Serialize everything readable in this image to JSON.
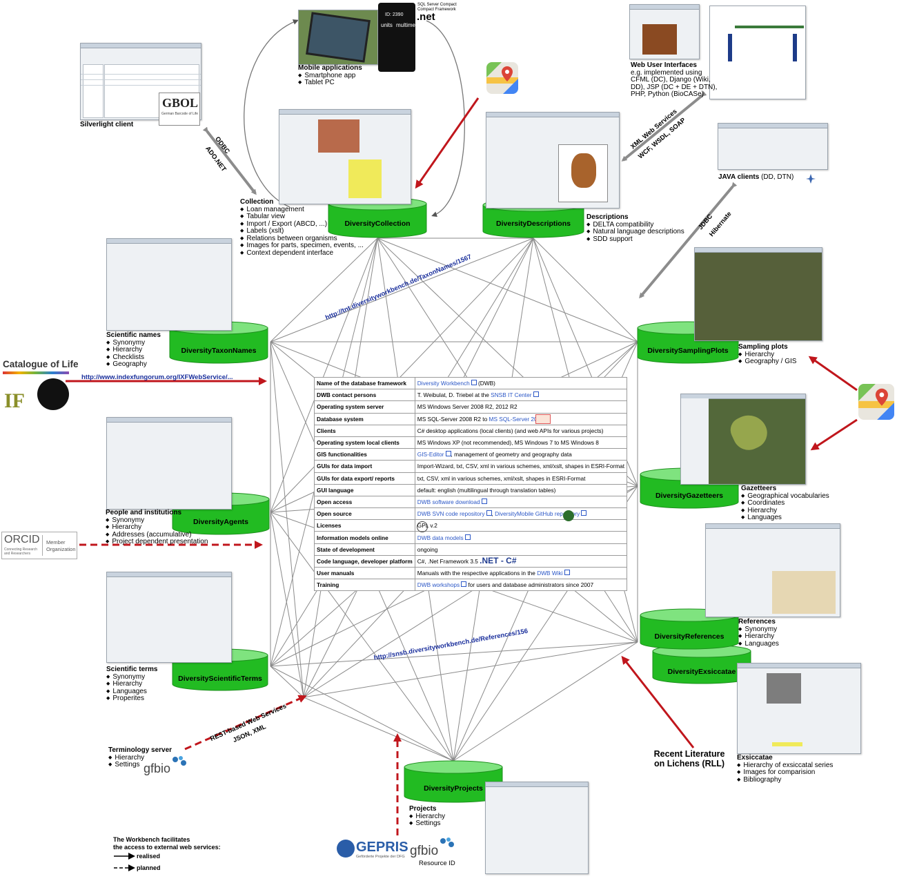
{
  "databases": {
    "collection": "DiversityCollection",
    "descriptions": "DiversityDescriptions",
    "taxon_names": "DiversityTaxonNames",
    "sampling_plots": "DiversitySamplingPlots",
    "agents": "DiversityAgents",
    "gazetteers": "DiversityGazetteers",
    "references": "DiversityReferences",
    "exsiccatae": "DiversityExsiccatae",
    "scientific_terms": "DiversityScientificTerms",
    "projects": "DiversityProjects"
  },
  "blocks": {
    "mobile": {
      "title": "Mobile applications",
      "items": [
        "Smartphone app",
        "Tablet PC"
      ]
    },
    "web_ui": {
      "title": "Web User Interfaces",
      "lines": [
        "e.g. implemented using",
        "CFML (DC), Django (Wiki,",
        "DD), JSP (DC + DE + DTN),",
        "PHP, Python (BioCASe)"
      ]
    },
    "silverlight": {
      "title": "Silverlight client"
    },
    "java": {
      "title": "JAVA clients",
      "suffix": "(DD, DTN)"
    },
    "collection": {
      "title": "Collection",
      "items": [
        "Loan management",
        "Tabular view",
        "Import / Export (ABCD, ...)",
        "Labels (xslt)",
        "Relations between organisms",
        "Images for parts, specimen, events, ...",
        "Context dependent interface"
      ]
    },
    "descriptions": {
      "title": "Descriptions",
      "items": [
        "DELTA compatibility",
        "Natural language descriptions",
        "SDD support"
      ]
    },
    "sci_names": {
      "title": "Scientific names",
      "items": [
        "Synonymy",
        "Hierarchy",
        "Checklists",
        "Geography"
      ]
    },
    "sampling": {
      "title": "Sampling plots",
      "items": [
        "Hierarchy",
        "Geography / GIS"
      ]
    },
    "people": {
      "title": "People and institutions",
      "items": [
        "Synonymy",
        "Hierarchy",
        "Addresses (accumulative)",
        "Project dependent presentation"
      ]
    },
    "gazetteers": {
      "title": "Gazetteers",
      "items": [
        "Geographical vocabularies",
        "Coordinates",
        "Hierarchy",
        "Languages"
      ]
    },
    "references": {
      "title": "References",
      "items": [
        "Synonymy",
        "Hierarchy",
        "Languages"
      ]
    },
    "sci_terms": {
      "title": "Scientific terms",
      "items": [
        "Synonymy",
        "Hierarchy",
        "Languages",
        "Properites"
      ]
    },
    "terminology": {
      "title": "Terminology server",
      "items": [
        "Hierarchy",
        "Settings"
      ]
    },
    "exsiccatae": {
      "title": "Exsiccatae",
      "items": [
        "Hierarchy of exsiccatal series",
        "Images for comparision",
        "Bibliography"
      ]
    },
    "projects": {
      "title": "Projects",
      "items": [
        "Hierarchy",
        "Settings"
      ]
    },
    "rll": {
      "line1": "Recent Literature",
      "line2": "on Lichens (RLL)"
    }
  },
  "connections": {
    "odbc": "ODBC",
    "adonet": "ADO.NET",
    "xml_ws": "XML Web Services",
    "wcf": "WCF, WSDL, SOAP",
    "jdbc": "JDBC",
    "hibernate": "Hibernate",
    "rest": "REST-based Web Services",
    "json": "JSON, XML"
  },
  "urls": {
    "taxon": "http://tnt.diversityworkbench.de/TaxonNames/1567",
    "indexfungorum": "http://www.indexfungorum.org/IXFWebService/...",
    "references": "http://snsb.diversityworkbench.de/References/156"
  },
  "logos": {
    "col": "Catalogue of Life",
    "gbol_big": "GBOL",
    "gbol_small": "German Barcode of Life",
    "net_text": ".net",
    "sql_compact_1": "SQL Server Compact",
    "sql_compact_2": "Compact Framework",
    "orcid": "ORCID",
    "orcid_sub1": "Connecting Research",
    "orcid_sub2": "and Researchers",
    "orcid_member1": "Member",
    "orcid_member2": "Organization",
    "gfbio": "gfbio",
    "gepris": "GEPRIS",
    "gepris_sub": "Geförderte Projekte der DFG",
    "resource_id": "Resource ID",
    "phone_id": "ID: 2390",
    "phone_units": "units",
    "phone_multi": "multimer"
  },
  "legend": {
    "line1": "The Workbench facilitates",
    "line2": "the access to external web services:",
    "realised": "realised",
    "planned": "planned"
  },
  "info_table": [
    {
      "k": "Name of the database framework",
      "v": [
        {
          "t": "Diversity Workbench",
          "link": true
        },
        {
          "t": " (DWB)"
        }
      ]
    },
    {
      "k": "DWB contact persons",
      "v": [
        {
          "t": "T. Weibulat, D. Triebel at the "
        },
        {
          "t": "SNSB IT Center",
          "link": true
        }
      ]
    },
    {
      "k": "Operating system server",
      "v": [
        {
          "t": "MS Windows Server 2008 R2, 2012 R2"
        }
      ]
    },
    {
      "k": "Database system",
      "v": [
        {
          "t": "MS SQL-Server 2008 R2 to "
        },
        {
          "t": "MS SQL-Server 2014",
          "link": true
        }
      ]
    },
    {
      "k": "Clients",
      "v": [
        {
          "t": "C# desktop applications (local clients) (and web APIs for various projects)"
        }
      ]
    },
    {
      "k": "Operating system local clients",
      "v": [
        {
          "t": "MS Windows XP (not recommended), MS Windows 7 to MS Windows 8"
        }
      ]
    },
    {
      "k": "GIS functionalities",
      "v": [
        {
          "t": "GIS-Editor",
          "link": true
        },
        {
          "t": ", management of geometry and geography data"
        }
      ]
    },
    {
      "k": "GUIs for data import",
      "v": [
        {
          "t": "Import-Wizard, txt, CSV, xml in various schemes, xml/xslt, shapes in ESRI-Format"
        }
      ]
    },
    {
      "k": "GUIs for data export/ reports",
      "v": [
        {
          "t": "txt, CSV, xml in various schemes, xml/xslt, shapes in ESRI-Format"
        }
      ]
    },
    {
      "k": "GUI language",
      "v": [
        {
          "t": "default: english (multilingual through translation tables)"
        }
      ]
    },
    {
      "k": "Open access",
      "v": [
        {
          "t": "DWB software download",
          "link": true
        }
      ]
    },
    {
      "k": "Open source",
      "v": [
        {
          "t": "DWB SVN code repository",
          "link": true
        },
        {
          "t": ", "
        },
        {
          "t": "DiversityMobile GitHub repository",
          "link": true
        }
      ]
    },
    {
      "k": "Licenses",
      "v": [
        {
          "t": "GPL v.2"
        }
      ]
    },
    {
      "k": "Information models online",
      "v": [
        {
          "t": "DWB data models",
          "link": true
        }
      ]
    },
    {
      "k": "State of development",
      "v": [
        {
          "t": "ongoing"
        }
      ]
    },
    {
      "k": "Code language, developer platform",
      "v": [
        {
          "t": "C#, .Net Framework 3.5  "
        },
        {
          "t": ".NET - C#",
          "big": true
        }
      ]
    },
    {
      "k": "User manuals",
      "v": [
        {
          "t": "Manuals with the respective applications in the "
        },
        {
          "t": "DWB Wiki",
          "link": true
        }
      ]
    },
    {
      "k": "Training",
      "v": [
        {
          "t": "DWB workshops",
          "link": true
        },
        {
          "t": " for users and database administrators since 2007"
        }
      ]
    }
  ],
  "colors": {
    "cylinder_top": "#7fe37f",
    "cylinder_body": "#22bb22",
    "mesh": "#8a8a8a",
    "arrow_gray": "#8c8c8c",
    "arrow_red": "#c0161c",
    "url_blue": "#1a2f9c",
    "link_blue": "#2a56c6"
  },
  "icons": [
    "google-maps-icon",
    "globe-icon",
    "external-link-icon",
    "gfbio-logo",
    "gepris-logo",
    "orcid-logo",
    "catalogue-of-life-logo",
    "index-fungorum-logo",
    "gnu-icon",
    "dotnet-icon"
  ]
}
